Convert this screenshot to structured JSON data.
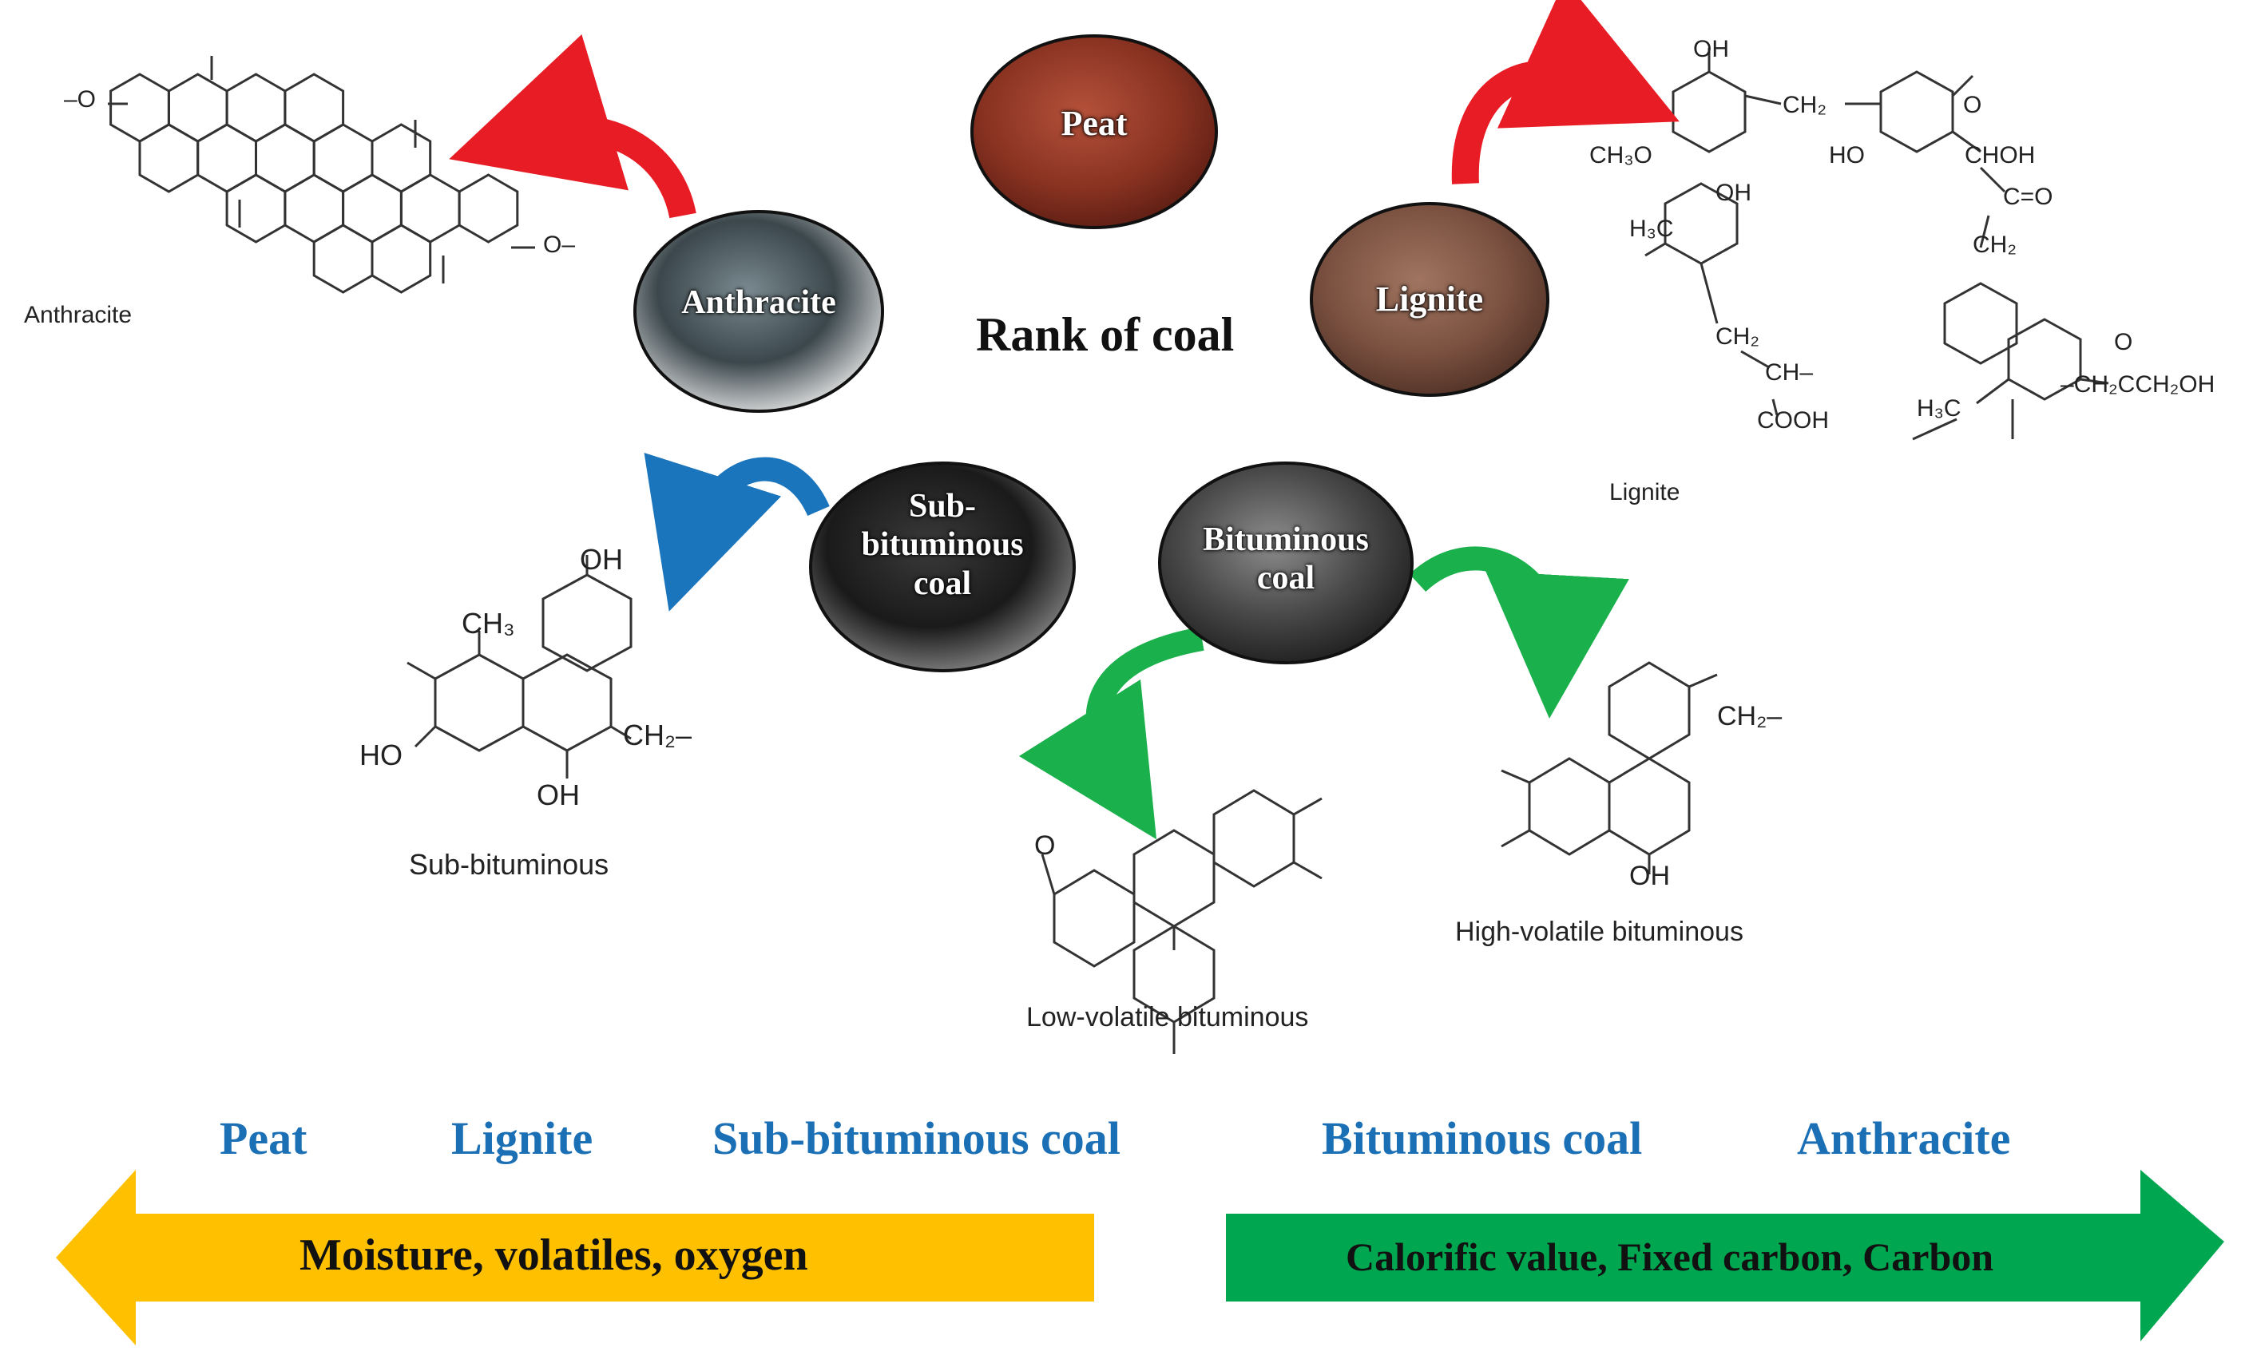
{
  "title": "Rank of coal",
  "colors": {
    "rank_text": "#1a6fb5",
    "left_arrow": "#ffc000",
    "right_arrow": "#00a650",
    "arrow_red": "#e81c24",
    "arrow_blue": "#1b75bc",
    "arrow_green": "#1ab04b"
  },
  "rocks": {
    "peat": "Peat",
    "anthracite": "Anthracite",
    "lignite": "Lignite",
    "subbituminous": [
      "Sub-",
      "bituminous",
      "coal"
    ],
    "bituminous": [
      "Bituminous",
      "coal"
    ]
  },
  "structure_labels": {
    "anthracite": "Anthracite",
    "lignite": "Lignite",
    "subbituminous": "Sub-bituminous",
    "low_volatile": "Low-volatile bituminous",
    "high_volatile": "High-volatile bituminous"
  },
  "rank_scale": [
    "Peat",
    "Lignite",
    "Sub-bituminous coal",
    "Bituminous coal",
    "Anthracite"
  ],
  "left_arrow_text": "Moisture, volatiles, oxygen",
  "right_arrow_text": "Calorific value, Fixed carbon, Carbon",
  "chem": {
    "o_left": "–O",
    "o_right": "O–",
    "oh": "OH",
    "ch2": "CH₂",
    "ch2_dash": "CH₂–",
    "ch3o": "CH₃O",
    "ho": "HO",
    "choh": "CHOH",
    "ceo": "C=O",
    "h3c": "H₃C",
    "ch_dash": "CH–",
    "cooh": "COOH",
    "ch2cch2oh": "–CH₂CCH₂OH",
    "o": "O",
    "ch3": "CH₃",
    "o_small": "O"
  }
}
